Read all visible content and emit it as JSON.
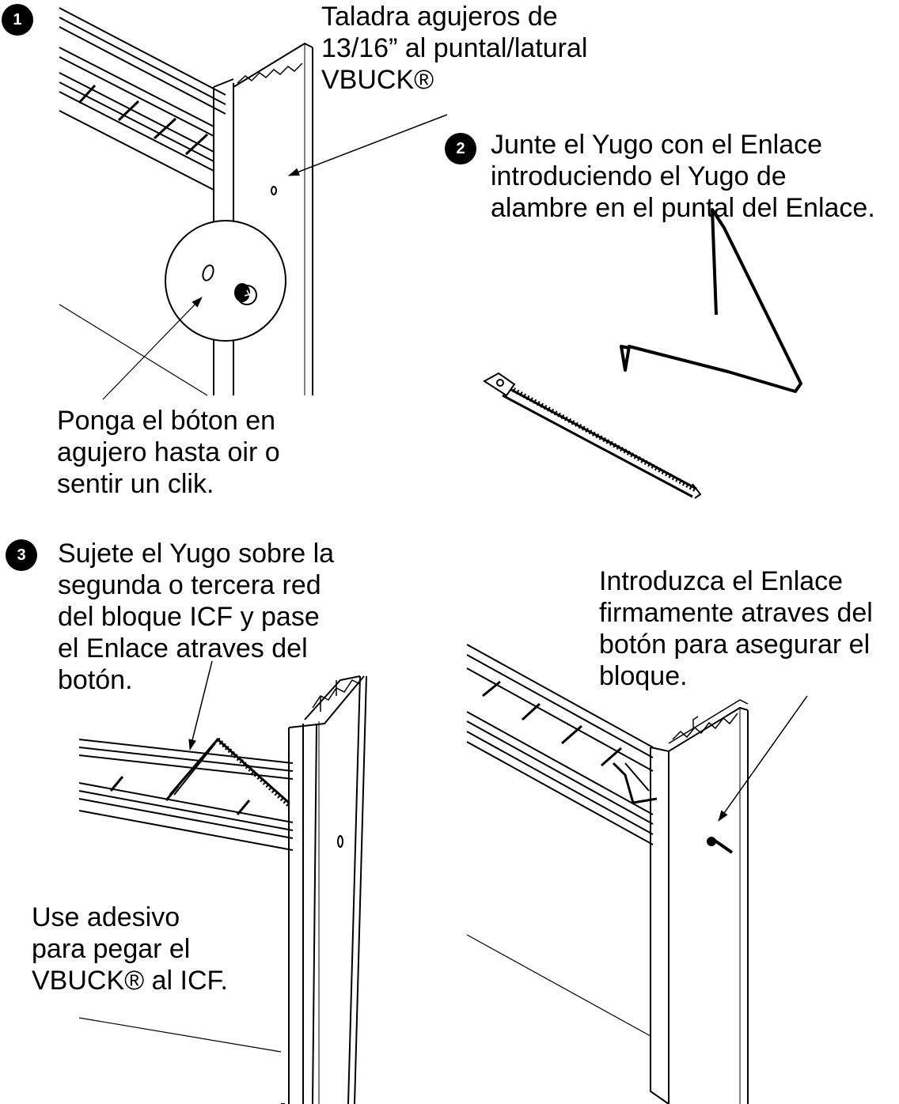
{
  "steps": [
    {
      "number": "1"
    },
    {
      "number": "2"
    },
    {
      "number": "3"
    }
  ],
  "callouts": {
    "drill": {
      "lines": [
        "Taladra agujeros de",
        "13/16” al puntal/latural",
        "VBUCK®"
      ]
    },
    "join": {
      "lines": [
        "Junte el Yugo con el Enlace",
        "introduciendo el Yugo de",
        "alambre en el puntal del Enlace."
      ]
    },
    "button": {
      "lines": [
        "Ponga el bóton en",
        "agujero hasta oir o",
        "sentir un clik."
      ]
    },
    "hold": {
      "lines": [
        "Sujete el Yugo sobre la",
        "segunda o tercera red",
        "del bloque ICF y pase",
        "el Enlace atraves del",
        "botón."
      ]
    },
    "insert": {
      "lines": [
        "Introduzca el Enlace",
        "firmamente atraves del",
        "botón para asegurar el",
        "bloque."
      ]
    },
    "adhesive": {
      "lines": [
        "Use adesivo",
        "para pegar el",
        "VBUCK® al ICF."
      ]
    }
  }
}
